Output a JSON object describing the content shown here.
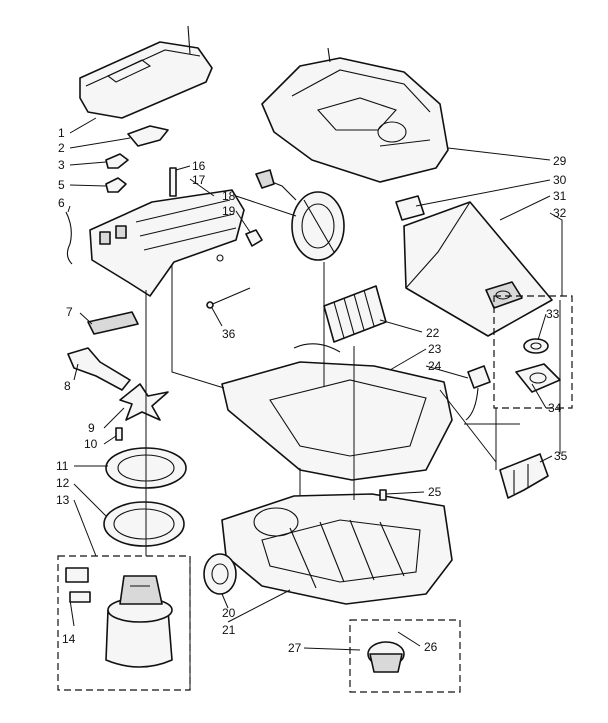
{
  "callouts": [
    {
      "id": "1",
      "text": "1"
    },
    {
      "id": "2",
      "text": "2"
    },
    {
      "id": "3",
      "text": "3"
    },
    {
      "id": "5",
      "text": "5"
    },
    {
      "id": "6",
      "text": "6"
    },
    {
      "id": "7",
      "text": "7"
    },
    {
      "id": "8",
      "text": "8"
    },
    {
      "id": "9",
      "text": "9"
    },
    {
      "id": "10",
      "text": "10"
    },
    {
      "id": "11",
      "text": "11"
    },
    {
      "id": "12",
      "text": "12"
    },
    {
      "id": "13",
      "text": "13"
    },
    {
      "id": "14",
      "text": "14"
    },
    {
      "id": "16",
      "text": "16"
    },
    {
      "id": "17",
      "text": "17"
    },
    {
      "id": "18",
      "text": "18"
    },
    {
      "id": "19",
      "text": "19"
    },
    {
      "id": "20",
      "text": "20"
    },
    {
      "id": "21",
      "text": "21"
    },
    {
      "id": "22",
      "text": "22"
    },
    {
      "id": "23",
      "text": "23"
    },
    {
      "id": "24",
      "text": "24"
    },
    {
      "id": "25",
      "text": "25"
    },
    {
      "id": "26",
      "text": "26"
    },
    {
      "id": "27",
      "text": "27"
    },
    {
      "id": "29",
      "text": "29"
    },
    {
      "id": "30",
      "text": "30"
    },
    {
      "id": "31",
      "text": "31"
    },
    {
      "id": "32",
      "text": "32"
    },
    {
      "id": "33",
      "text": "33"
    },
    {
      "id": "34",
      "text": "34"
    },
    {
      "id": "35",
      "text": "35"
    },
    {
      "id": "36",
      "text": "36"
    }
  ]
}
